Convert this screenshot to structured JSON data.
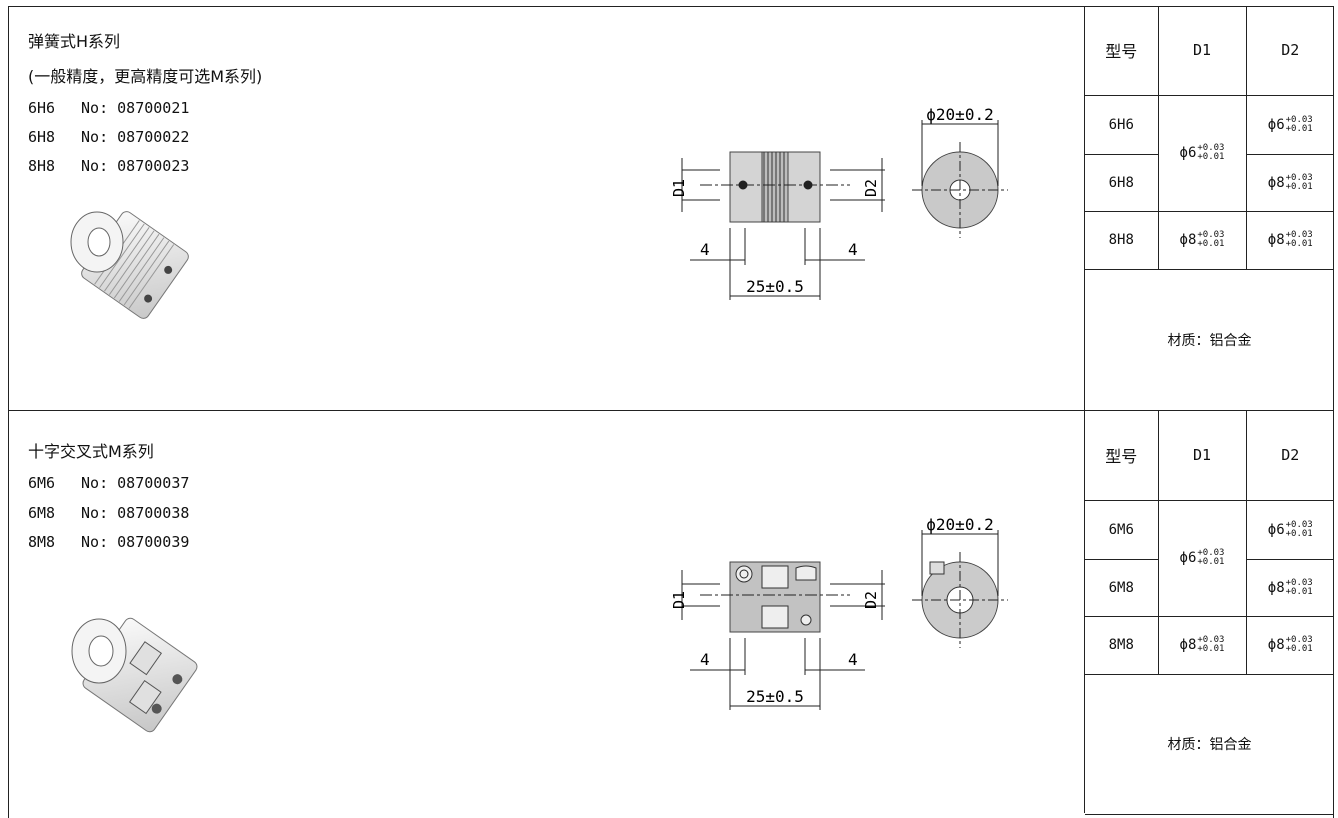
{
  "sections": [
    {
      "title": "弹簧式H系列",
      "subtitle": "(一般精度，更高精度可选M系列)",
      "products": [
        {
          "model": "6H6",
          "no": "No: 08700021"
        },
        {
          "model": "6H8",
          "no": "No: 08700022"
        },
        {
          "model": "8H8",
          "no": "No: 08700023"
        }
      ],
      "drawing": {
        "outer_dim": "ϕ20±0.2",
        "length_dim": "25±0.5",
        "left_offset": "4",
        "right_offset": "4",
        "d1_label": "D1",
        "d2_label": "D2"
      },
      "table": {
        "headers": [
          "型号",
          "D1",
          "D2"
        ],
        "rows": [
          {
            "model": "6H6",
            "d2_base": "ϕ6",
            "d2_upper": "+0.03",
            "d2_lower": "+0.01"
          },
          {
            "model": "6H8",
            "d2_base": "ϕ8",
            "d2_upper": "+0.03",
            "d2_lower": "+0.01"
          },
          {
            "model": "8H8",
            "d1_base": "ϕ8",
            "d1_upper": "+0.03",
            "d1_lower": "+0.01",
            "d2_base": "ϕ8",
            "d2_upper": "+0.03",
            "d2_lower": "+0.01"
          }
        ],
        "shared_d1": {
          "base": "ϕ6",
          "upper": "+0.03",
          "lower": "+0.01"
        },
        "material": "材质：铝合金"
      }
    },
    {
      "title": "十字交叉式M系列",
      "products": [
        {
          "model": "6M6",
          "no": "No: 08700037"
        },
        {
          "model": "6M8",
          "no": "No: 08700038"
        },
        {
          "model": "8M8",
          "no": "No: 08700039"
        }
      ],
      "drawing": {
        "outer_dim": "ϕ20±0.2",
        "length_dim": "25±0.5",
        "left_offset": "4",
        "right_offset": "4",
        "d1_label": "D1",
        "d2_label": "D2"
      },
      "table": {
        "headers": [
          "型号",
          "D1",
          "D2"
        ],
        "rows": [
          {
            "model": "6M6",
            "d2_base": "ϕ6",
            "d2_upper": "+0.03",
            "d2_lower": "+0.01"
          },
          {
            "model": "6M8",
            "d2_base": "ϕ8",
            "d2_upper": "+0.03",
            "d2_lower": "+0.01"
          },
          {
            "model": "8M8",
            "d1_base": "ϕ8",
            "d1_upper": "+0.03",
            "d1_lower": "+0.01",
            "d2_base": "ϕ8",
            "d2_upper": "+0.03",
            "d2_lower": "+0.01"
          }
        ],
        "shared_d1": {
          "base": "ϕ6",
          "upper": "+0.03",
          "lower": "+0.01"
        },
        "material": "材质：铝合金"
      }
    }
  ]
}
